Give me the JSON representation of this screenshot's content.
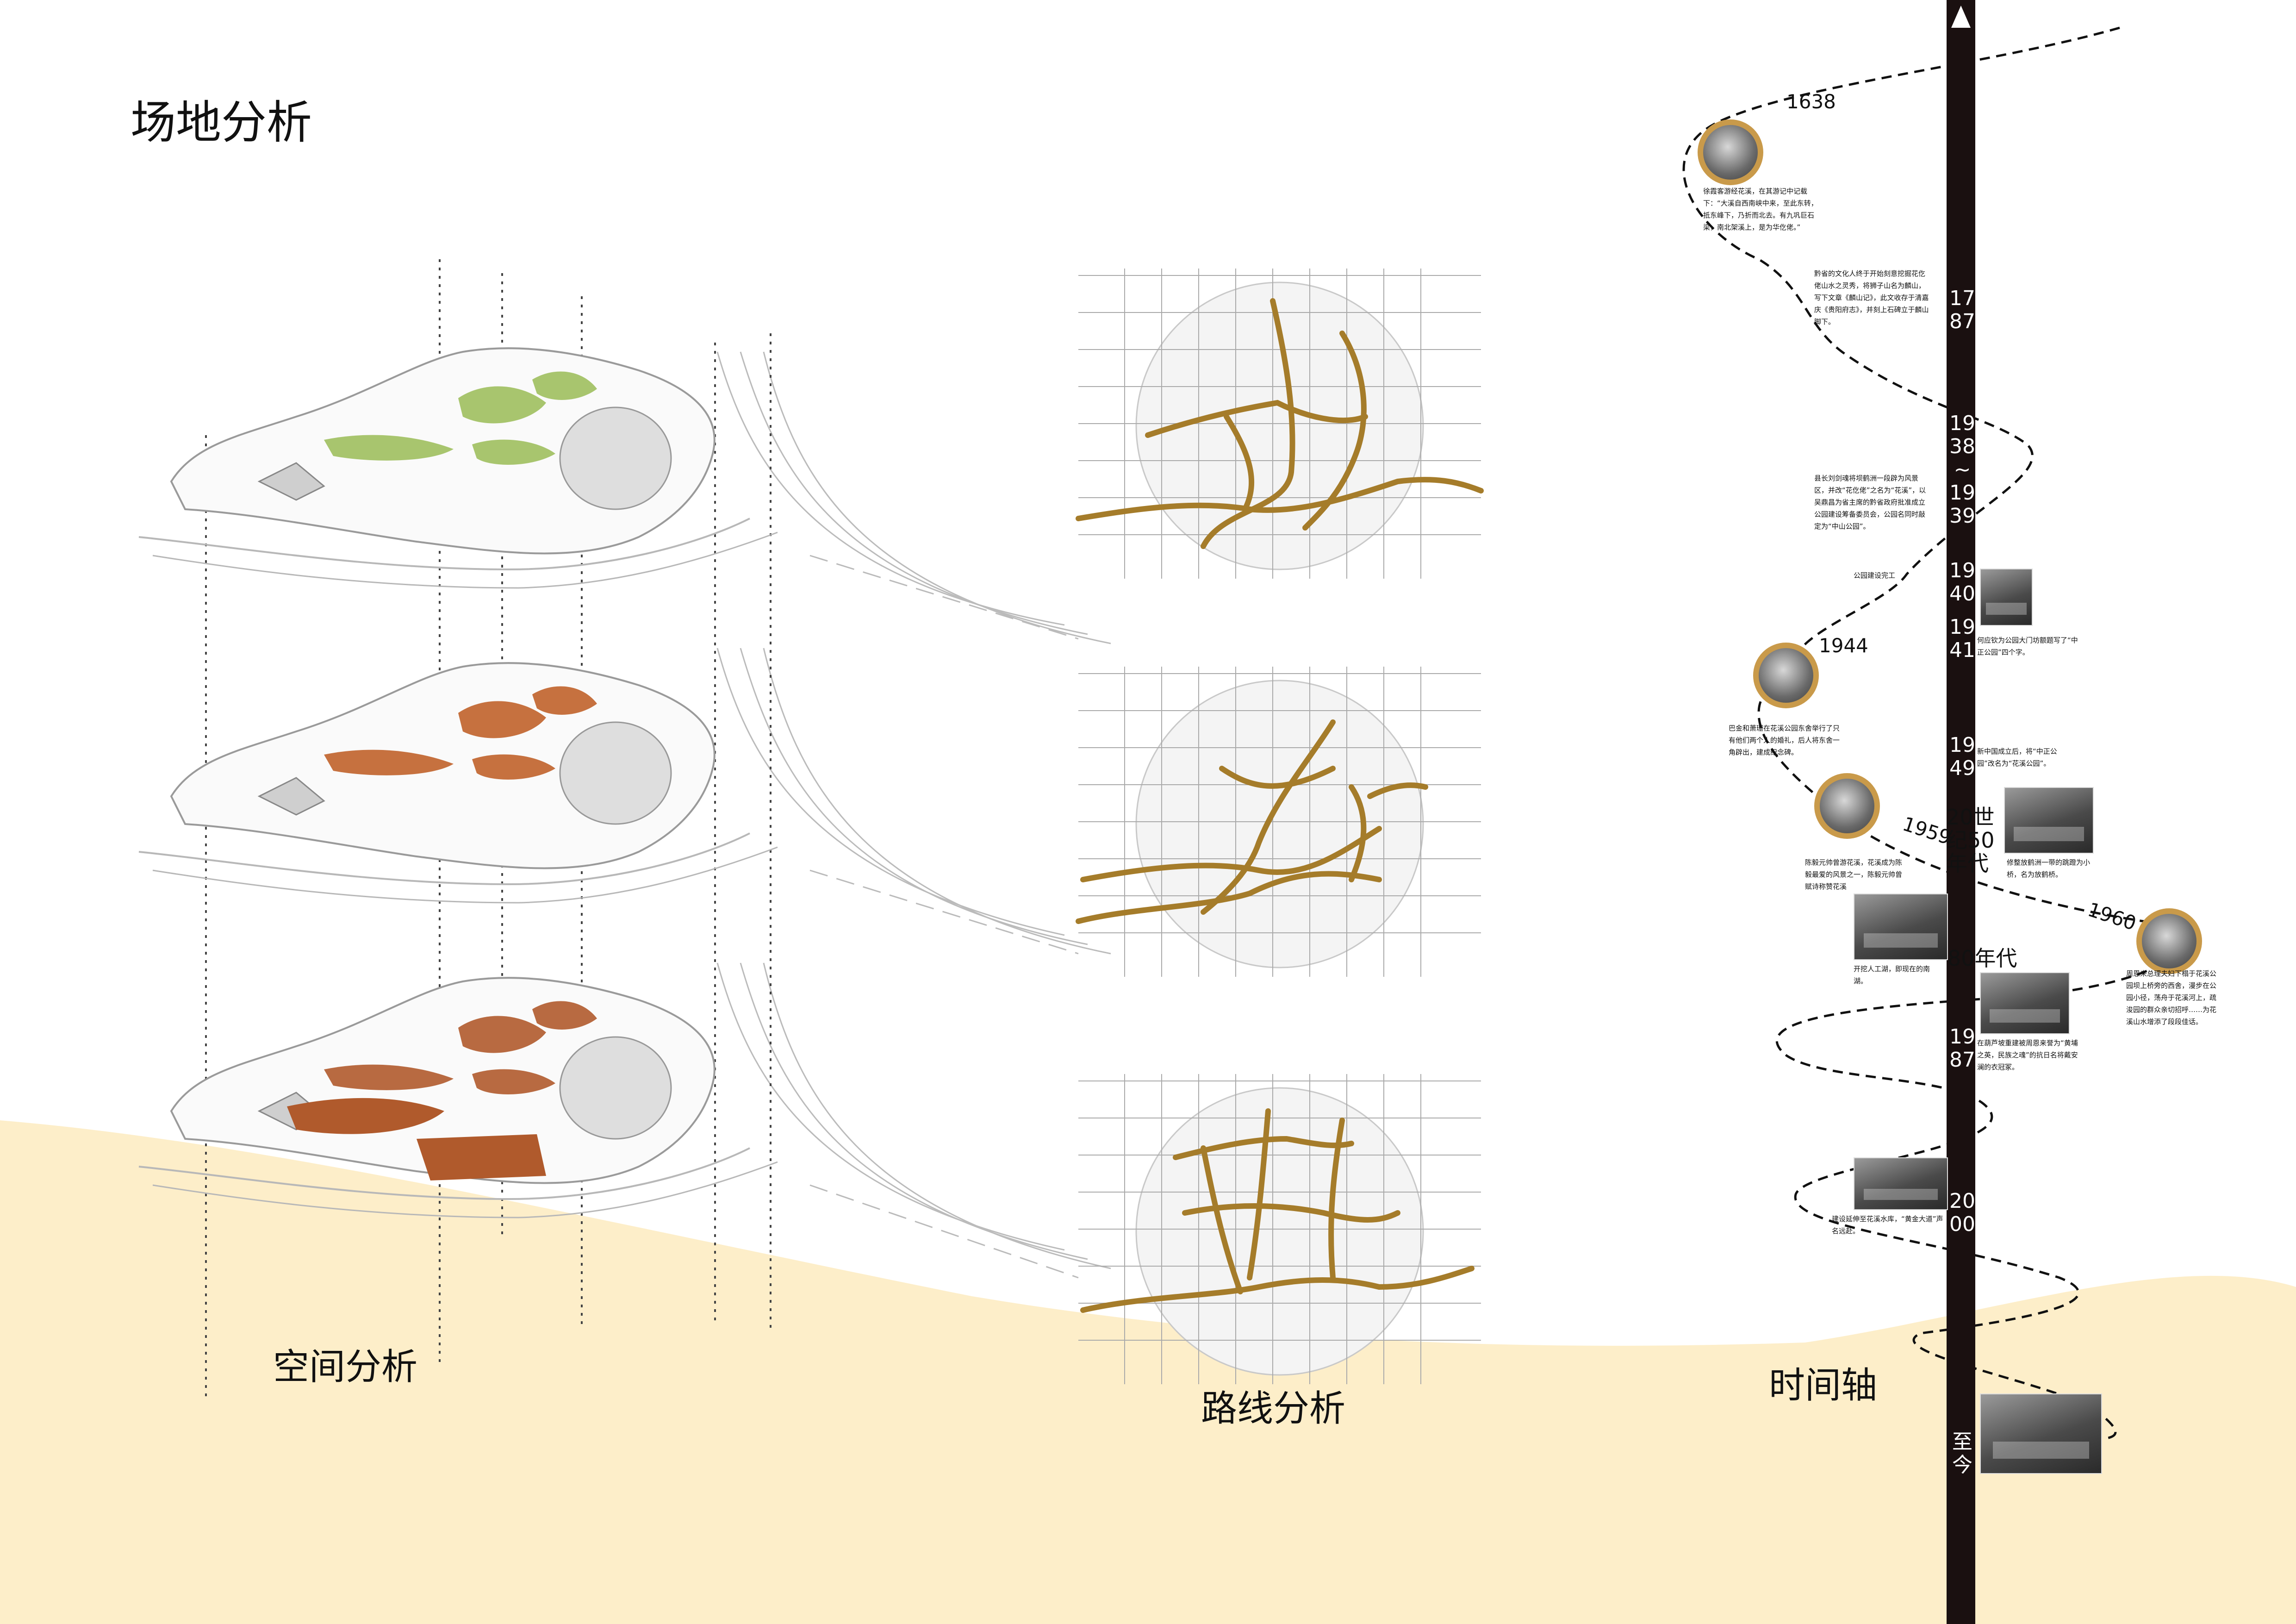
{
  "page": {
    "title": "场地分析",
    "labels": {
      "space": "空间分析",
      "route": "路线分析",
      "time": "时间轴"
    }
  },
  "colors": {
    "sand": "#fdeec9",
    "highlight_green": "#9fbf5e",
    "highlight_orange": "#c0622a",
    "highlight_rust": "#b05a2c",
    "route_gold": "#a57c2a",
    "portrait_ring": "#c99a4a",
    "timeline_bar": "#1a1010"
  },
  "timeline": {
    "bar_years": [
      {
        "label": "17\n87"
      },
      {
        "label": "19\n38\n~\n19\n39"
      },
      {
        "label": "19\n40"
      },
      {
        "label": "19\n41"
      },
      {
        "label": "19\n49"
      },
      {
        "label": "20世\n纪50\n年代"
      },
      {
        "label": "80年代"
      },
      {
        "label": "19\n87"
      },
      {
        "label": "20\n00"
      },
      {
        "label": "至\n今"
      }
    ],
    "side_years": [
      "1638",
      "1944",
      "1959",
      "1960"
    ],
    "notes": [
      "徐霞客游经花溪，在其游记中记载下：“大溪自西南峡中来，至此东转，抵东峰下，乃折而北去。有九巩巨石梁，南北架溪上，是为华仡佬。”",
      "黔省的文化人终于开始刻意挖掘花仡佬山水之灵秀，将狮子山名为麟山，写下文章《麟山记》，此文收存于清嘉庆《贵阳府志》，并刻上石碑立于麟山脚下。",
      "县长刘剑魂将坝鹤洲一段辟为风景区，并改“花仡佬”之名为“花溪”，以吴鼎昌为省主席的黔省政府批准成立公园建设筹备委员会，公园名同时敲定为“中山公园”。",
      "公园建设完工",
      "何应钦为公园大门坊额题写了“中正公园”四个字。",
      "巴金和萧珊在花溪公园东舍举行了只有他们两个人的婚礼，后人将东舍一角辟出，建成纪念碑。",
      "新中国成立后，将“中正公园”改名为“花溪公园”。",
      "陈毅元帅曾游花溪，花溪成为陈毅最爱的风景之一，陈毅元帅曾赋诗称赞花溪",
      "修整放鹤洲一带的跳蹬为小桥，名为放鹤桥。",
      "开挖人工湖，即现在的南湖。",
      "周恩来总理夫妇下榻于花溪公园坝上桥旁的西舍，漫步在公园小径，荡舟于花溪河上，疏浚园的群众亲切招呼……为花溪山水增添了段段佳话。",
      "在葫芦坡重建被周恩来誉为“黄埔之英，民族之魂”的抗日名将戴安澜的衣冠冢。",
      "建设延伸至花溪水库，“黄金大道”声名远赴。"
    ]
  }
}
